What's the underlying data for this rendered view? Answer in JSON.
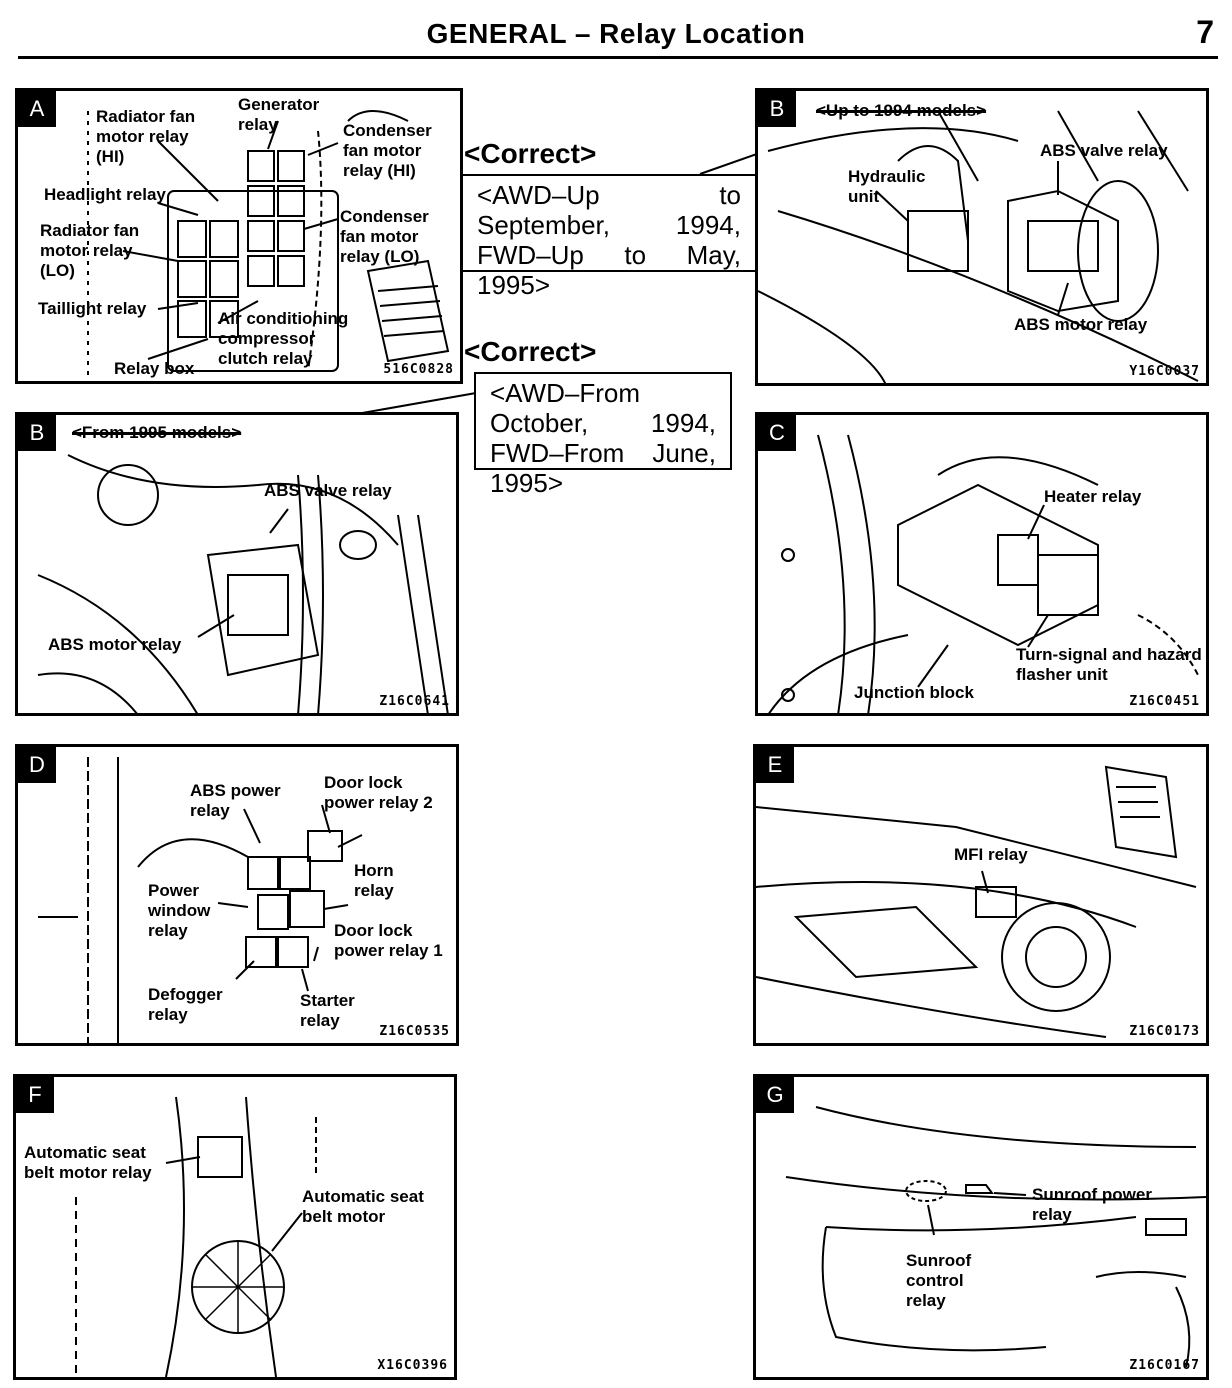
{
  "header": {
    "title": "GENERAL – Relay Location",
    "page_number": "7"
  },
  "notes": {
    "correct_1": "<Correct>",
    "note_1": "<AWD–Up to September, 1994, FWD–Up to May, 1995>",
    "correct_2": "<Correct>",
    "note_2": "<AWD–From October, 1994, FWD–From June, 1995>"
  },
  "panels": {
    "a": {
      "letter": "A",
      "code": "516C0828",
      "labels": {
        "radiator_fan_hi": "Radiator fan motor relay (HI)",
        "generator": "Generator relay",
        "condenser_hi": "Condenser fan motor relay (HI)",
        "headlight": "Headlight relay",
        "radiator_fan_lo": "Radiator fan motor relay (LO)",
        "condenser_lo": "Condenser fan motor relay (LO)",
        "taillight": "Taillight relay",
        "ac_compressor": "Air conditioning compressor clutch relay",
        "relay_box": "Relay box"
      }
    },
    "b_up": {
      "letter": "B",
      "code": "Y16C0037",
      "model_note": "<Up to 1994 models>",
      "labels": {
        "hydraulic": "Hydraulic unit",
        "abs_valve": "ABS valve relay",
        "abs_motor": "ABS motor relay"
      }
    },
    "b_from": {
      "letter": "B",
      "code": "Z16C0641",
      "model_note": "<From 1995 models>",
      "labels": {
        "abs_valve": "ABS valve relay",
        "abs_motor": "ABS motor relay"
      }
    },
    "c": {
      "letter": "C",
      "code": "Z16C0451",
      "labels": {
        "heater": "Heater relay",
        "turn_signal": "Turn-signal and hazard flasher unit",
        "junction": "Junction block"
      }
    },
    "d": {
      "letter": "D",
      "code": "Z16C0535",
      "labels": {
        "abs_power": "ABS power relay",
        "door_lock_2": "Door lock power relay 2",
        "horn": "Horn relay",
        "power_window": "Power window relay",
        "door_lock_1": "Door lock power relay 1",
        "defogger": "Defogger relay",
        "starter": "Starter relay"
      }
    },
    "e": {
      "letter": "E",
      "code": "Z16C0173",
      "labels": {
        "mfi": "MFI relay"
      }
    },
    "f": {
      "letter": "F",
      "code": "X16C0396",
      "labels": {
        "seat_belt_relay": "Automatic seat belt motor relay",
        "seat_belt_motor": "Automatic seat belt motor"
      }
    },
    "g": {
      "letter": "G",
      "code": "Z16C0167",
      "labels": {
        "sunroof_power": "Sunroof power relay",
        "sunroof_control": "Sunroof control relay"
      }
    }
  }
}
